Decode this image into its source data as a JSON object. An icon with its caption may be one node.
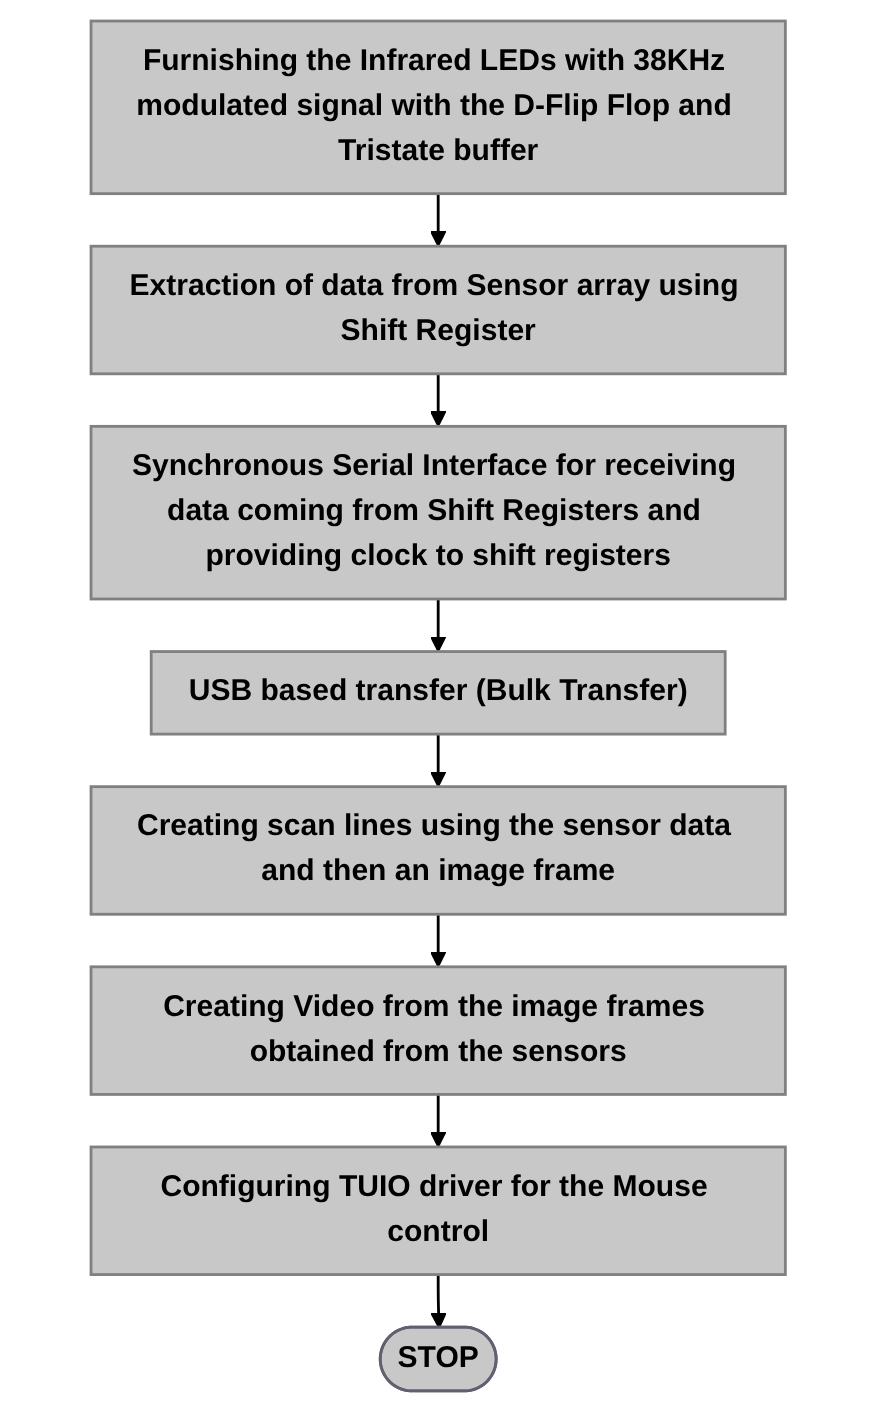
{
  "diagram": {
    "nodes": [
      {
        "text": [
          "Furnishing the Infrared LEDs with 38KHz modulated signal with the D-Flip Flop and Tristate buffer"
        ]
      },
      {
        "text": [
          "Extraction of data from Sensor array using Shift Register"
        ]
      },
      {
        "text": [
          "Synchronous Serial Interface for receiving data coming from Shift Registers and providing clock to shift registers"
        ]
      },
      {
        "text": [
          "USB based transfer (Bulk Transfer)"
        ]
      },
      {
        "text": [
          "Creating scan lines using the sensor data and then an image frame"
        ]
      },
      {
        "text": [
          "Creating Video from the image frames obtained from the sensors"
        ]
      },
      {
        "text": [
          "Configuring TUIO driver for the Mouse control"
        ]
      },
      {
        "text": [
          "STOP"
        ]
      }
    ],
    "edges": [
      {
        "from": 0,
        "to": 1,
        "arrow": "to"
      },
      {
        "from": 1,
        "to": 2,
        "arrow": "to"
      },
      {
        "from": 2,
        "to": 3,
        "arrow": "to"
      },
      {
        "from": 3,
        "to": 4,
        "arrow": "to"
      },
      {
        "from": 4,
        "to": 5,
        "arrow": "to"
      },
      {
        "from": 5,
        "to": 6,
        "arrow": "to"
      },
      {
        "from": 6,
        "to": 7,
        "arrow": "to"
      }
    ]
  }
}
